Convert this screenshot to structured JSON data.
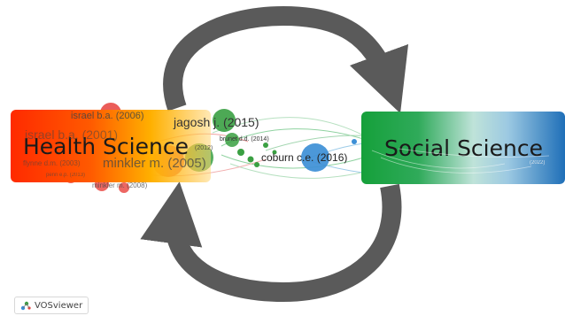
{
  "boxes": {
    "health": "Health Science",
    "social": "Social Science"
  },
  "nodes": [
    {
      "label": "israel b.a. (2006)",
      "color": "#e8413c"
    },
    {
      "label": "jagosh j. (2015)",
      "color": "#3aa042"
    },
    {
      "label": "israel b.a. (2001)",
      "color": "#e8413c"
    },
    {
      "label": "minkler m. (2005)",
      "color": "#e8413c"
    },
    {
      "label": "coburn c.e. (2016)",
      "color": "#3d8fd6"
    },
    {
      "label": "brunet d.d. (2014)",
      "color": "#3aa042"
    },
    {
      "label": "(2012)",
      "color": "#3aa042"
    },
    {
      "label": "minkler m. (2008)",
      "color": "#e8413c"
    },
    {
      "label": "flynne d.m. (2003)",
      "color": "#e8413c"
    },
    {
      "label": "penn e.p. (2013)",
      "color": "#e8413c"
    },
    {
      "label": "(2022)",
      "color": "#3d8fd6"
    }
  ],
  "watermark": "VOSviewer",
  "colors": {
    "arrow": "#5a5a5a",
    "health": "#ff3a00",
    "social": "#1a9a3c"
  }
}
